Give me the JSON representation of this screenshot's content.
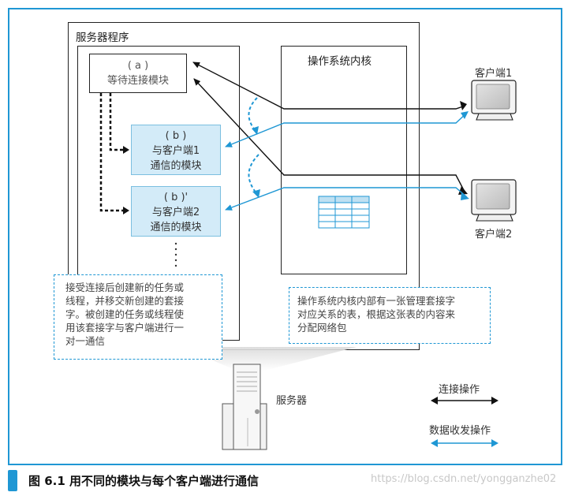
{
  "server_program": {
    "title": "服务器程序"
  },
  "kernel": {
    "title": "操作系统内核"
  },
  "module_a": {
    "line1": "( a )",
    "line2": "等待连接模块"
  },
  "module_b": {
    "line1": "( b )",
    "line2": "与客户端1",
    "line3": "通信的模块"
  },
  "module_b2": {
    "line1": "( b )'",
    "line2": "与客户端2",
    "line3": "通信的模块"
  },
  "client1": {
    "label": "客户端1"
  },
  "client2": {
    "label": "客户端2"
  },
  "server_machine": {
    "label": "服务器"
  },
  "note_left": {
    "lines": [
      "接受连接后创建新的任务或",
      "线程，并移交新创建的套接",
      "字。被创建的任务或线程使",
      "用该套接字与客户端进行一",
      "对一通信"
    ]
  },
  "note_right": {
    "lines": [
      "操作系统内核内部有一张管理套接字",
      "对应关系的表，根据这张表的内容来",
      "分配网络包"
    ]
  },
  "legend": {
    "connect_label": "连接操作",
    "data_label": "数据收发操作"
  },
  "caption": {
    "text": "图 6.1   用不同的模块与每个客户端进行通信"
  },
  "watermark": {
    "text": "https://blog.csdn.net/yongganzhe02"
  },
  "colors": {
    "accent": "#1f97d4",
    "module_fill": "#d3ebf8",
    "arrow_black": "#111111"
  }
}
